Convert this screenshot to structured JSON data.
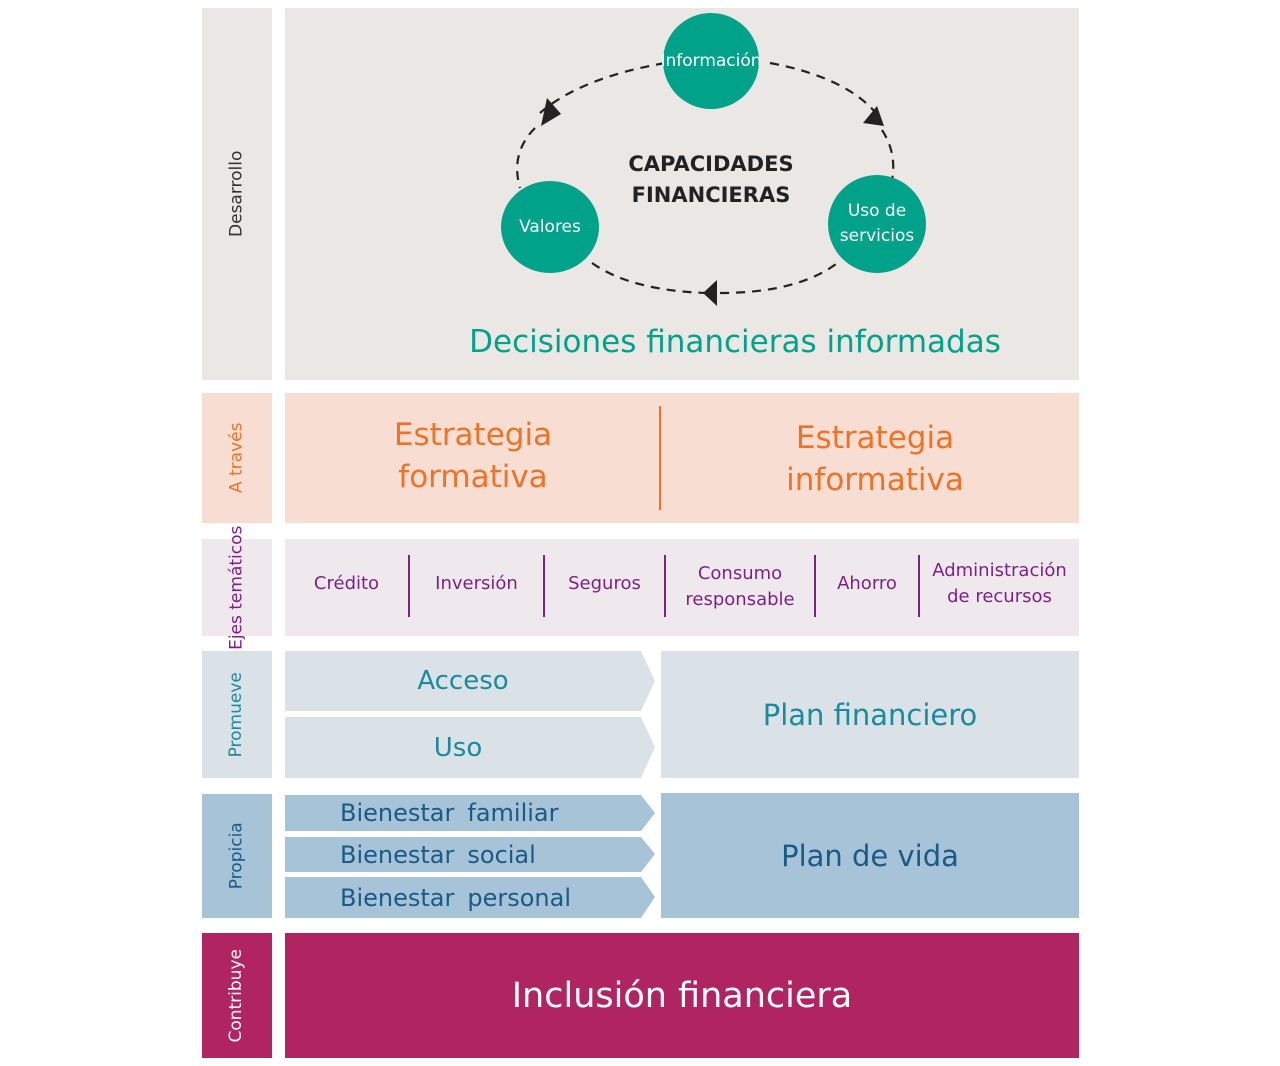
{
  "colors": {
    "gray_bg": "#ebe7e4",
    "orange": "#ed7326",
    "orange_bg": "#f8ddd3",
    "purple": "#7b2384",
    "purple_bg": "#efe9ee",
    "teal": "#1a8b9c",
    "teal_bg": "#dae2e7",
    "blue": "#1a5a86",
    "blue_bg": "#a6c3d8",
    "magenta": "#b02462",
    "green": "#00a38a"
  },
  "rows": {
    "desarrollo": {
      "side_label": "Desarrollo",
      "center_title": "CAPACIDADES\nFINANCIERAS",
      "circles": [
        "Información",
        "Uso de\nservicios",
        "Valores"
      ],
      "result": "Decisiones financieras informadas"
    },
    "a_traves": {
      "side_label": "A través",
      "items": [
        "Estrategia\nformativa",
        "Estrategia\ninformativa"
      ]
    },
    "ejes": {
      "side_label": "Ejes\ntemáticos",
      "items": [
        "Crédito",
        "Inversión",
        "Seguros",
        "Consumo\nresponsable",
        "Ahorro",
        "Administración\nde recursos"
      ]
    },
    "promueve": {
      "side_label": "Promueve",
      "arrows": [
        "Acceso",
        "Uso"
      ],
      "target": "Plan financiero"
    },
    "propicia": {
      "side_label": "Propicia",
      "arrows": [
        {
          "word1": "Bienestar",
          "word2": "familiar"
        },
        {
          "word1": "Bienestar",
          "word2": "social"
        },
        {
          "word1": "Bienestar",
          "word2": "personal"
        }
      ],
      "target": "Plan de vida"
    },
    "contribuye": {
      "side_label": "Contribuye",
      "content": "Inclusión financiera"
    }
  }
}
